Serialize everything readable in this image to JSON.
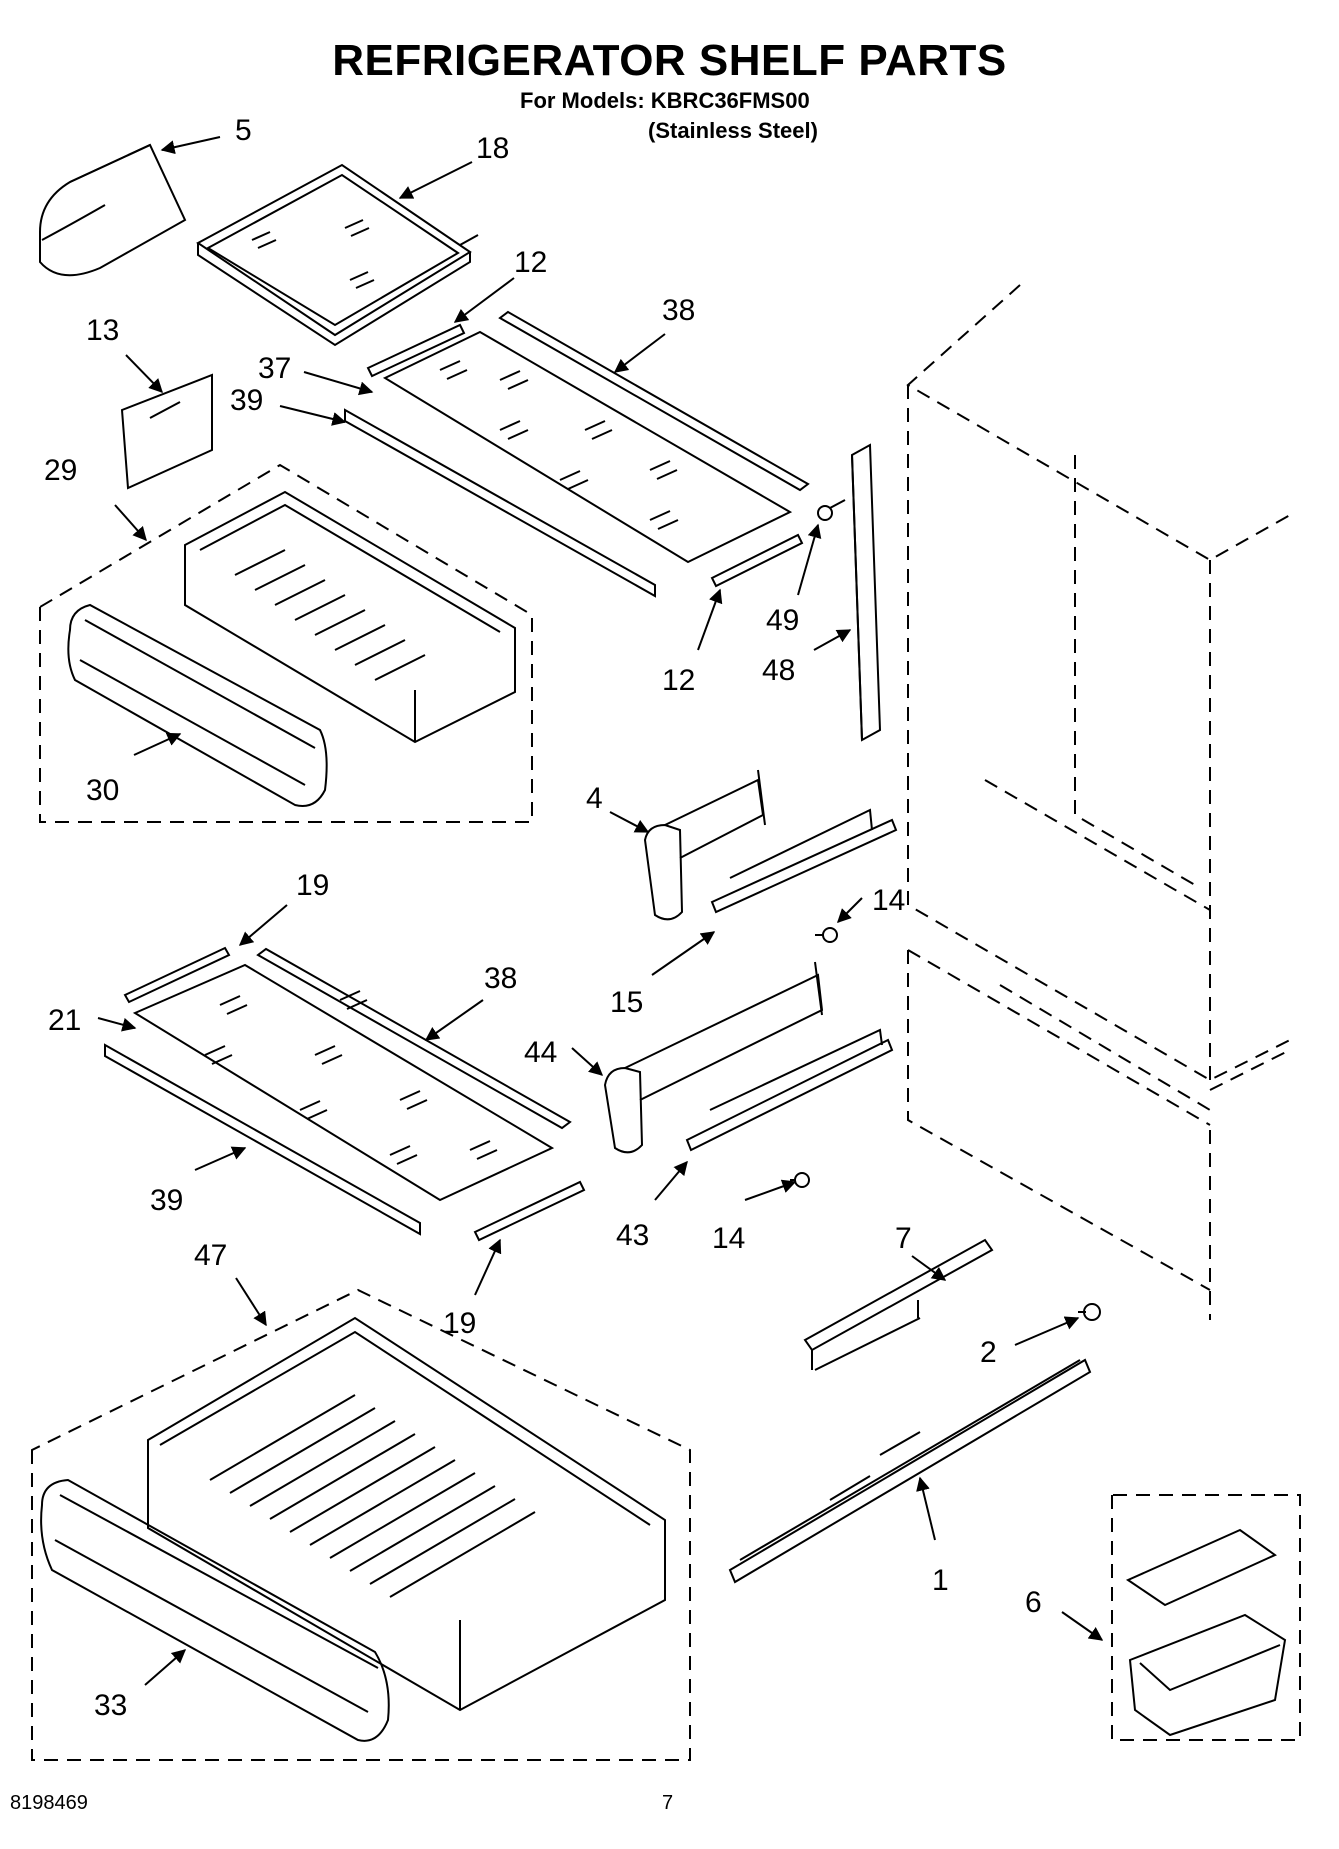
{
  "header": {
    "title": "REFRIGERATOR SHELF PARTS",
    "models": "For Models: KBRC36FMS00",
    "finish": "(Stainless Steel)"
  },
  "footer": {
    "doc_number": "8198469",
    "page_number": "7"
  },
  "callouts": [
    {
      "id": "c5",
      "label": "5"
    },
    {
      "id": "c18",
      "label": "18"
    },
    {
      "id": "c12a",
      "label": "12"
    },
    {
      "id": "c38a",
      "label": "38"
    },
    {
      "id": "c13",
      "label": "13"
    },
    {
      "id": "c37",
      "label": "37"
    },
    {
      "id": "c39a",
      "label": "39"
    },
    {
      "id": "c29",
      "label": "29"
    },
    {
      "id": "c49",
      "label": "49"
    },
    {
      "id": "c12b",
      "label": "12"
    },
    {
      "id": "c48",
      "label": "48"
    },
    {
      "id": "c30",
      "label": "30"
    },
    {
      "id": "c4",
      "label": "4"
    },
    {
      "id": "c14a",
      "label": "14"
    },
    {
      "id": "c15",
      "label": "15"
    },
    {
      "id": "c19a",
      "label": "19"
    },
    {
      "id": "c38b",
      "label": "38"
    },
    {
      "id": "c21",
      "label": "21"
    },
    {
      "id": "c44",
      "label": "44"
    },
    {
      "id": "c39b",
      "label": "39"
    },
    {
      "id": "c43",
      "label": "43"
    },
    {
      "id": "c14b",
      "label": "14"
    },
    {
      "id": "c47",
      "label": "47"
    },
    {
      "id": "c19b",
      "label": "19"
    },
    {
      "id": "c7",
      "label": "7"
    },
    {
      "id": "c2",
      "label": "2"
    },
    {
      "id": "c1",
      "label": "1"
    },
    {
      "id": "c6",
      "label": "6"
    },
    {
      "id": "c33",
      "label": "33"
    }
  ]
}
